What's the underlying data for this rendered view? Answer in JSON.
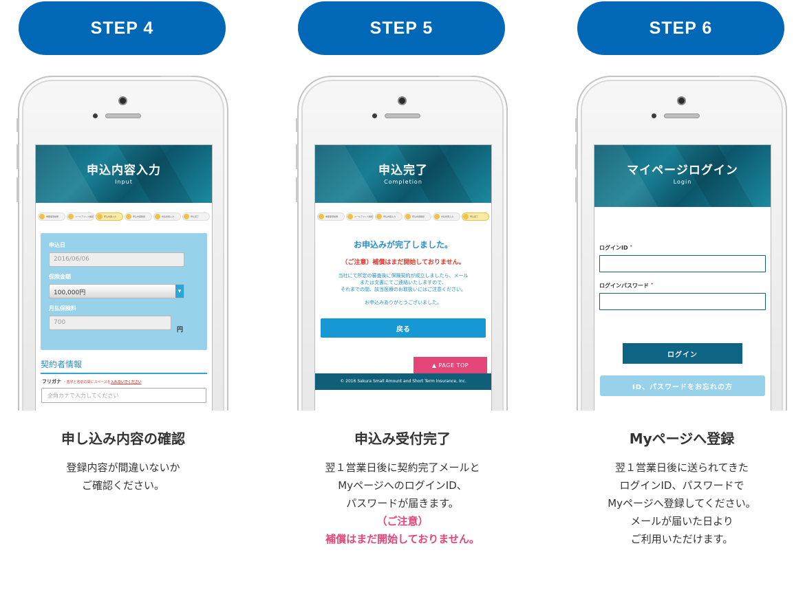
{
  "steps": [
    {
      "label": "STEP 4",
      "screen": {
        "title": "申込内容入力",
        "subtitle": "Input",
        "progress": [
          "重要事項説明",
          "メールアドレス確認",
          "申込内容入力",
          "申込内容確認",
          "支払情報入力",
          "申込完了"
        ],
        "fields": [
          {
            "label": "申込日",
            "value": "2016/06/06"
          },
          {
            "label": "保険金額",
            "value": "100,000円"
          },
          {
            "label": "月払保険料",
            "value": "700",
            "unit": "円"
          }
        ],
        "section_title": "契約者情報",
        "furigana_label": "フリガナ",
        "furigana_note": "苗字と名前の間にスペースを",
        "furigana_note_strong": "入れないでください",
        "furigana_placeholder": "全角カナで入力してください"
      },
      "caption_title": "申し込み内容の確認",
      "caption_lines": [
        "登録内容が間違いないか",
        "ご確認ください。"
      ]
    },
    {
      "label": "STEP 5",
      "screen": {
        "title": "申込完了",
        "subtitle": "Completion",
        "progress": [
          "重要事項説明",
          "メールアドレス確認",
          "申込内容入力",
          "申込内容確認",
          "支払情報入力",
          "申込完了"
        ],
        "done_title": "お申込みが完了しました。",
        "done_caution": "（ご注意）補償はまだ開始しておりません。",
        "done_body": [
          "当社にて所定の審査後に保険契約が成立しましたら、メール",
          "または文書にてご連絡いたしますので、",
          "それまでの間、該当医療のお取扱いにはご注意ください。"
        ],
        "done_thanks": "お申込みありがとうございました。",
        "back_label": "戻る",
        "pagetop_label": "▲ PAGE TOP",
        "footer": "© 2016 Sakura Small Amount and Short Term Insurance, Inc."
      },
      "caption_title": "申込み受付完了",
      "caption_lines": [
        "翌１営業日後に契約完了メールと",
        "MyページへのログインID、",
        "パスワードが届きます。"
      ],
      "caption_notice": [
        "（ご注意）",
        "補償はまだ開始しておりません。"
      ]
    },
    {
      "label": "STEP 6",
      "screen": {
        "title": "マイページログイン",
        "subtitle": "Login",
        "login_id_label": "ログインID",
        "password_label": "ログインパスワード",
        "required_mark": "•",
        "login_button": "ログイン",
        "forgot_button": "ID、パスワードをお忘れの方"
      },
      "caption_title": "Myページへ登録",
      "caption_lines": [
        "翌１営業日後に送られてきた",
        "ログインID、パスワードで",
        "Myページへ登録してください。",
        "メールが届いた日より",
        "ご利用いただけます。"
      ]
    }
  ]
}
